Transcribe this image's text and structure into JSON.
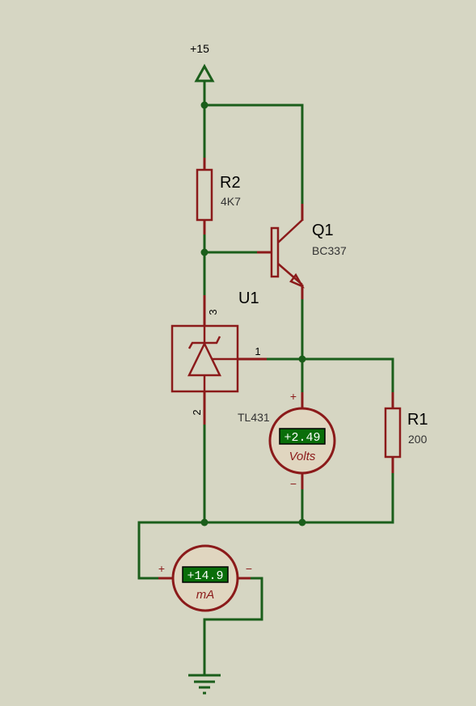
{
  "supply": {
    "label": "+15"
  },
  "components": {
    "r2": {
      "ref": "R2",
      "value": "4K7"
    },
    "q1": {
      "ref": "Q1",
      "value": "BC337"
    },
    "u1": {
      "ref": "U1",
      "value": "TL431",
      "pins": {
        "anode": "2",
        "ref": "1",
        "cathode": "3"
      }
    },
    "r1": {
      "ref": "R1",
      "value": "200"
    }
  },
  "voltmeter": {
    "reading": "+2.49",
    "unit": "Volts",
    "plus": "+",
    "minus": "−"
  },
  "ammeter": {
    "reading": "+14.9",
    "unit": "mA",
    "plus": "+",
    "minus": "−"
  },
  "colors": {
    "wire": "#1b5e1b",
    "component": "#8b1a1a",
    "background": "#d6d6c3",
    "display": "#0a6e0a"
  }
}
